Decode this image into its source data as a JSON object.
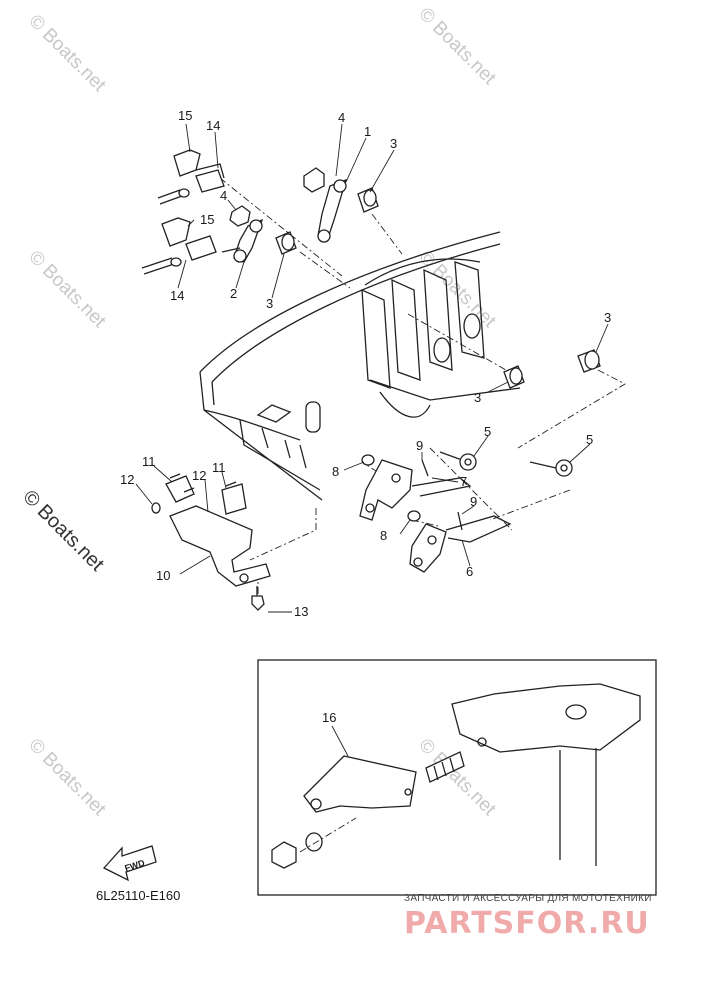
{
  "diagram_code": "6L25110-E160",
  "watermark_text": "© Boats.net",
  "brand": {
    "tagline": "ЗАПЧАСТИ И АКСЕССУАРЫ ДЛЯ МОТОТЕХНИКИ",
    "name": "PARTSFOR.RU"
  },
  "direction_arrow": "FWD",
  "part_labels": {
    "p1": "1",
    "p2": "2",
    "p3a": "3",
    "p3b": "3",
    "p3c": "3",
    "p3d": "3",
    "p4a": "4",
    "p4b": "4",
    "p5a": "5",
    "p5b": "5",
    "p6": "6",
    "p7": "7",
    "p8a": "8",
    "p8b": "8",
    "p9a": "9",
    "p9b": "9",
    "p10": "10",
    "p11a": "11",
    "p11b": "11",
    "p12a": "12",
    "p12b": "12",
    "p13": "13",
    "p14a": "14",
    "p14b": "14",
    "p15a": "15",
    "p15b": "15",
    "p16": "16"
  }
}
